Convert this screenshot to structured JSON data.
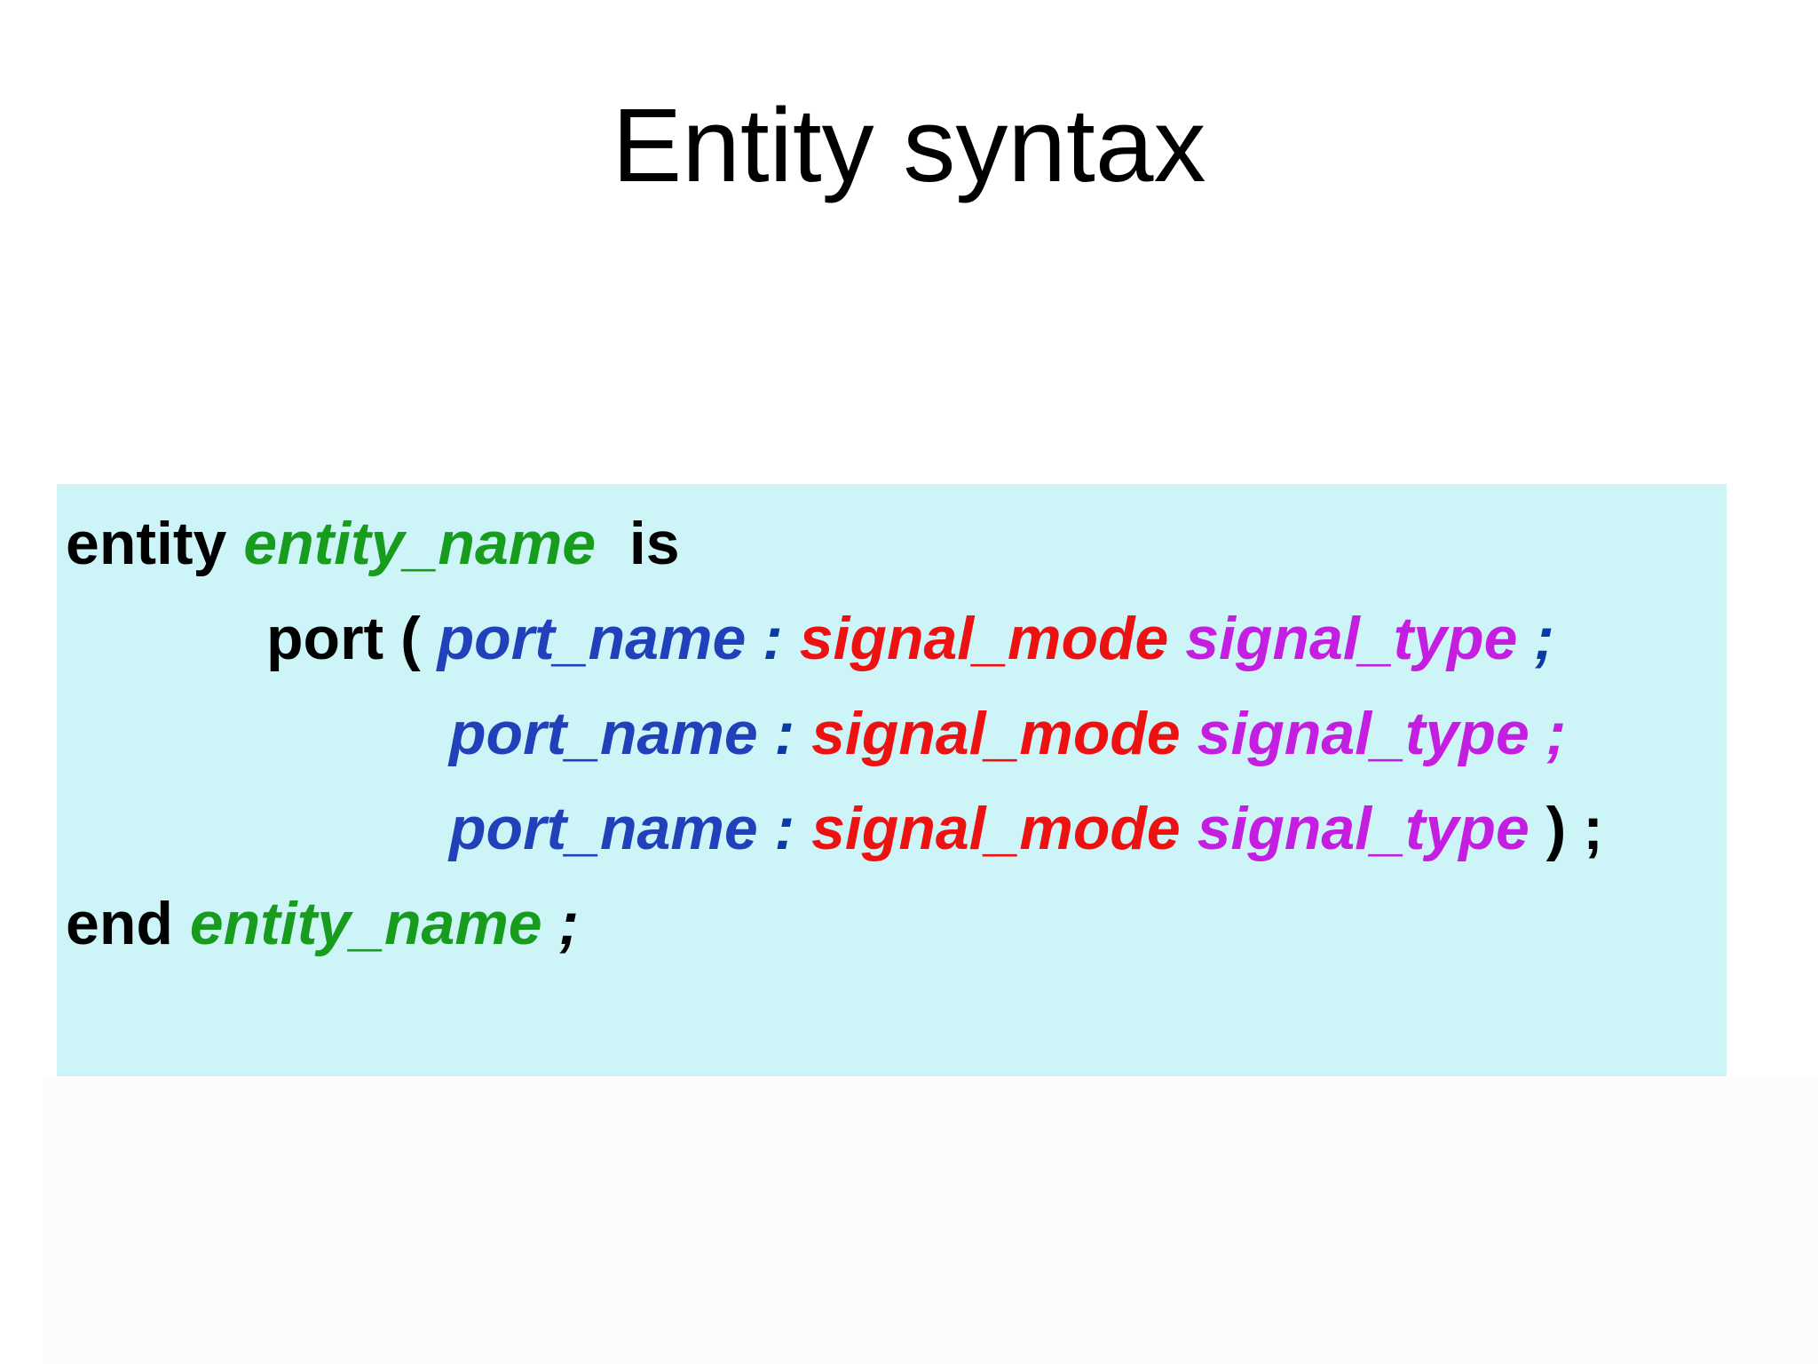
{
  "title": "Entity syntax",
  "colors": {
    "box_bg": "#cdf4f6",
    "black": "#000000",
    "green": "#189c1e",
    "blue": "#2141bb",
    "navy": "#0a3aa6",
    "red": "#ee1111",
    "magenta": "#c41fe0"
  },
  "code": {
    "lines": [
      {
        "indent": 10,
        "segments": [
          {
            "text": "entity ",
            "color": "black",
            "italic": false
          },
          {
            "text": "entity_name",
            "color": "green",
            "italic": true
          },
          {
            "text": "  is",
            "color": "black",
            "italic": false
          }
        ]
      },
      {
        "indent": 236,
        "segments": [
          {
            "text": "port ( ",
            "color": "black",
            "italic": false
          },
          {
            "text": "port_name ",
            "color": "blue",
            "italic": true
          },
          {
            "text": ": ",
            "color": "navy",
            "italic": true
          },
          {
            "text": "signal_mode ",
            "color": "red",
            "italic": true
          },
          {
            "text": "signal_type ",
            "color": "magenta",
            "italic": true
          },
          {
            "text": ";",
            "color": "navy",
            "italic": true
          }
        ]
      },
      {
        "indent": 442,
        "segments": [
          {
            "text": "port_name ",
            "color": "blue",
            "italic": true
          },
          {
            "text": ": ",
            "color": "navy",
            "italic": true
          },
          {
            "text": "signal_mode ",
            "color": "red",
            "italic": true
          },
          {
            "text": "signal_type ",
            "color": "magenta",
            "italic": true
          },
          {
            "text": ";",
            "color": "magenta",
            "italic": true
          }
        ]
      },
      {
        "indent": 442,
        "segments": [
          {
            "text": "port_name ",
            "color": "blue",
            "italic": true
          },
          {
            "text": ": ",
            "color": "navy",
            "italic": true
          },
          {
            "text": "signal_mode ",
            "color": "red",
            "italic": true
          },
          {
            "text": "signal_type ",
            "color": "magenta",
            "italic": true
          },
          {
            "text": ") ;",
            "color": "black",
            "italic": false
          }
        ]
      },
      {
        "indent": 10,
        "segments": [
          {
            "text": "end ",
            "color": "black",
            "italic": false
          },
          {
            "text": "entity_name ",
            "color": "green",
            "italic": true
          },
          {
            "text": ";",
            "color": "black",
            "italic": true
          }
        ]
      }
    ]
  }
}
